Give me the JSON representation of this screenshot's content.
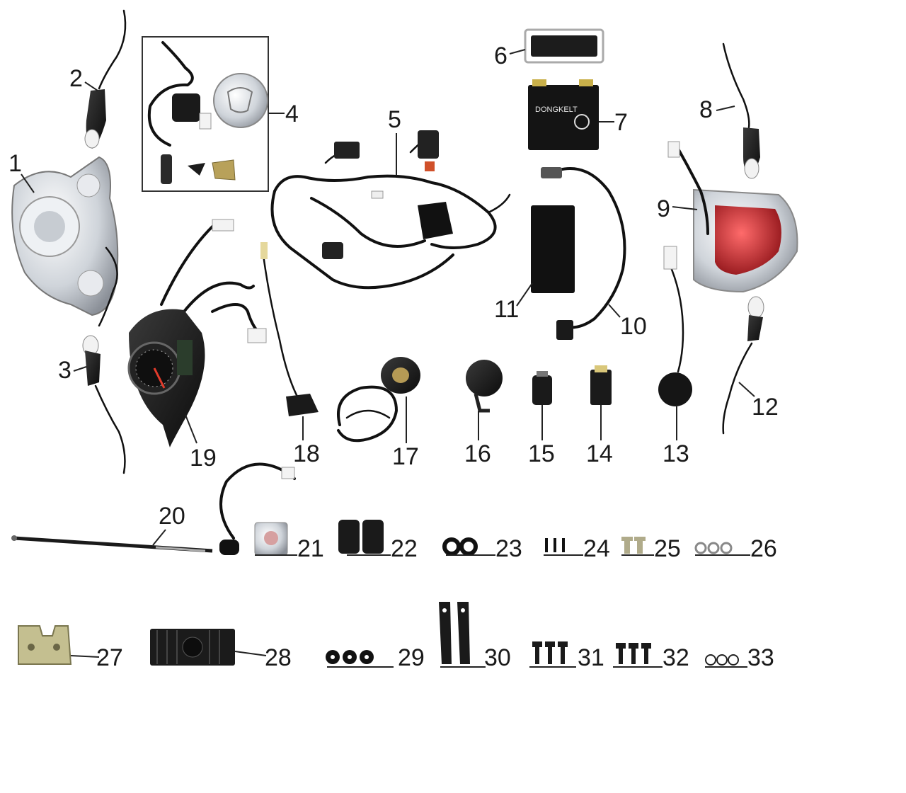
{
  "diagram": {
    "callouts": [
      "1",
      "2",
      "3",
      "4",
      "5",
      "6",
      "7",
      "8",
      "9",
      "10",
      "11",
      "12",
      "13",
      "14",
      "15",
      "16",
      "17",
      "18",
      "19",
      "20",
      "21",
      "22",
      "23",
      "24",
      "25",
      "26",
      "27",
      "28",
      "29",
      "30",
      "31",
      "32",
      "33"
    ],
    "battery_brand": "DONGKELT",
    "colors": {
      "background": "#ffffff",
      "line": "#222222",
      "part_dark": "#1b1b1b",
      "chrome": "#d9dde2",
      "tail_red": "#c0262c",
      "brass": "#b8a15a"
    }
  }
}
